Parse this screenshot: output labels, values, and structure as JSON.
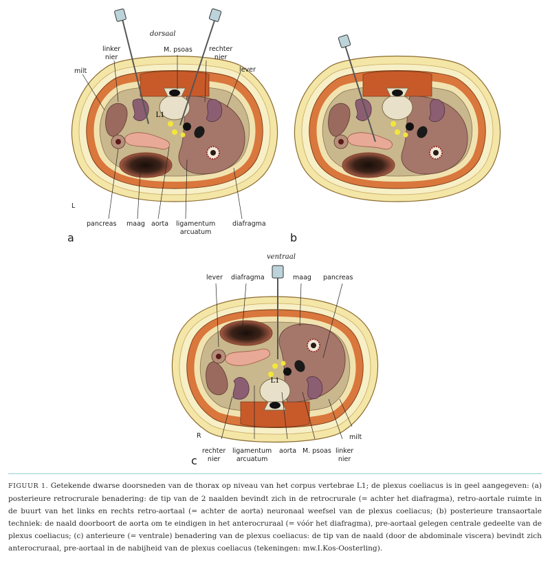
{
  "panel_a": {
    "letter": "a",
    "orientation": "dorsaal",
    "side_marker": "L",
    "vertebra": "L1",
    "labels": {
      "milt": "milt",
      "linker_nier": [
        "linker",
        "nier"
      ],
      "m_psoas": "M. psoas",
      "rechter_nier": [
        "rechter",
        "nier"
      ],
      "lever": "lever",
      "pancreas": "pancreas",
      "maag": "maag",
      "aorta": "aorta",
      "ligamentum": [
        "ligamentum",
        "arcuatum"
      ],
      "diafragma": "diafragma"
    }
  },
  "panel_b": {
    "letter": "b"
  },
  "panel_c": {
    "letter": "c",
    "orientation": "ventraal",
    "side_marker": "R",
    "vertebra": "L1",
    "labels": {
      "lever": "lever",
      "diafragma": "diafragma",
      "maag": "maag",
      "pancreas": "pancreas",
      "milt": "milt",
      "rechter_nier": [
        "rechter",
        "nier"
      ],
      "ligamentum": [
        "ligamentum",
        "arcuatum"
      ],
      "aorta": "aorta",
      "m_psoas": "M. psoas",
      "linker_nier": [
        "linker",
        "nier"
      ]
    }
  },
  "caption": {
    "tag": "FIGUUR 1.",
    "text": "Getekende dwarse doorsneden van de thorax op niveau van het corpus vertebrae L1; de plexus coeliacus is in geel aangegeven: (a) posterieure retrocrurale benadering: de tip van de 2 naalden bevindt zich in de retrocrurale (= achter het diafragma), retro-aortale ruimte in de buurt van het links en rechts retro-aortaal (= achter de aorta) neuronaal weefsel van de plexus coeliacus; (b) posterieure transaortale techniek: de naald doorboort de aorta om te eindigen in het anterocruraal (= vóór het diafragma), pre-aortaal gelegen centrale gedeelte van de plexus coeliacus; (c) anterieure (= ventrale) benadering van de plexus coeliacus: de tip van de naald (door de abdominale viscera) bevindt zich anterocruraal, pre-aortaal in de nabijheid van de plexus coeliacus (tekeningen: mw.I.Kos-Oosterling)."
  },
  "colors": {
    "skin": "#f3e6a6",
    "fat": "#f6efc4",
    "muscle": "#d9773c",
    "cavity": "#c9b78d",
    "liver": "#a5776a",
    "kidney": "#8c5e72",
    "stomach_dark": "#2b1a14",
    "pancreas": "#e8a996",
    "plexus": "#f2e63a",
    "bone": "#e8e0c8"
  }
}
